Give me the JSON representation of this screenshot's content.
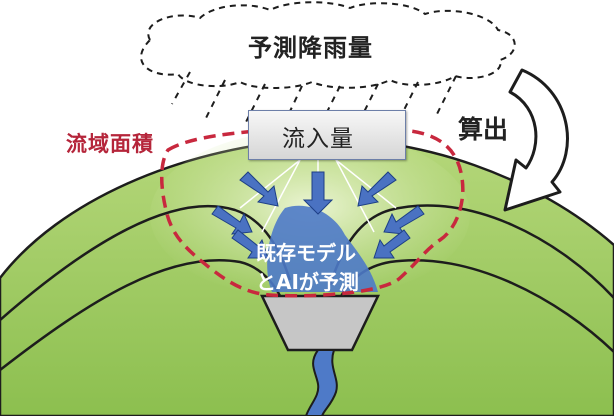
{
  "diagram": {
    "cloud_label": "予測降雨量",
    "calculation_label": "算出",
    "catchment_label": "流域面積",
    "inflow_label": "流入量",
    "prediction_line_1": "既存モデル",
    "prediction_line_2": "とAIが予測"
  },
  "colors": {
    "mountain_green": "#8cbf4f",
    "mountain_light": "#b9d97f",
    "catchment_dash": "#c8283e",
    "water_blue": "#4e7ac8",
    "dam_gray": "#c6c6c6",
    "label_red": "#b5253a",
    "arrow_blue": "#4a72c2"
  }
}
